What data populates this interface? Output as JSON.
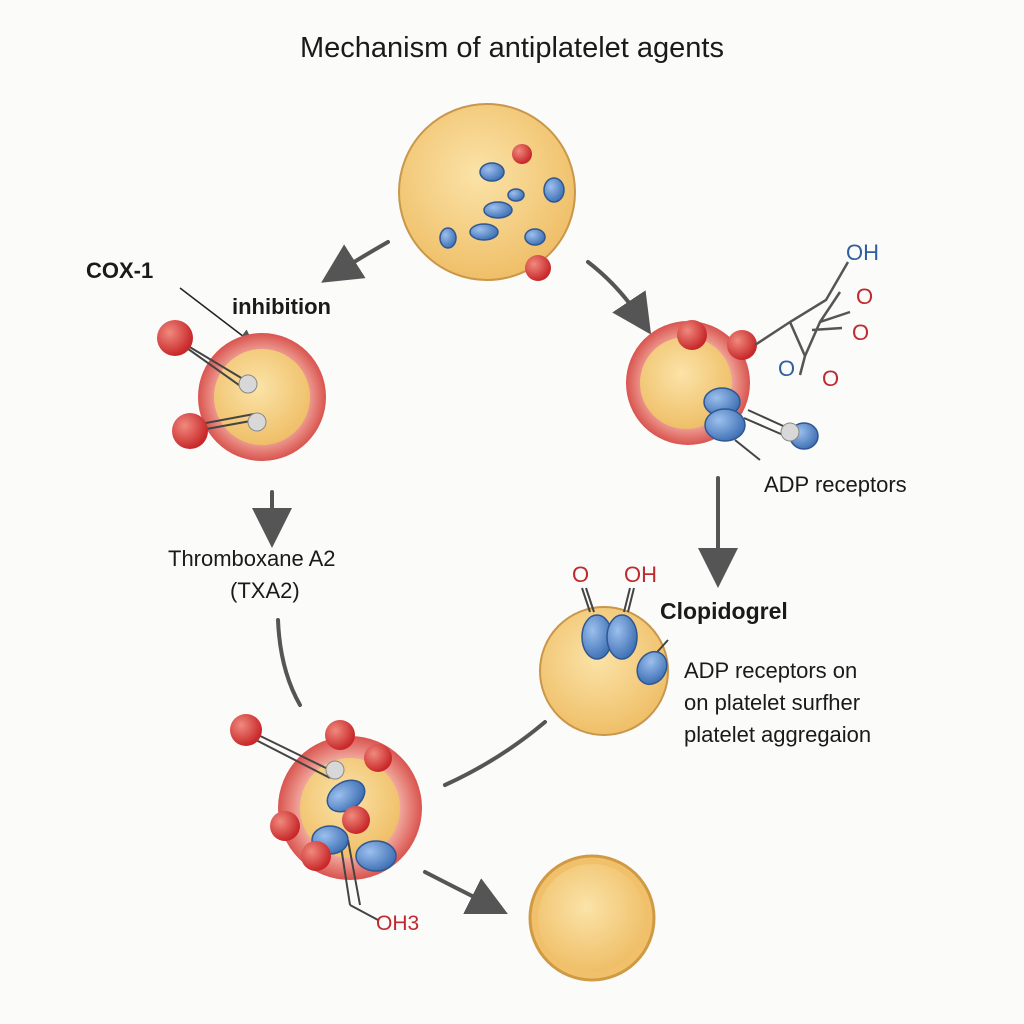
{
  "title": "Mechanism of antiplatelet agents",
  "labels": {
    "cox1": "COX-1",
    "inhibition": "inhibition",
    "txa2_line1": "Thromboxane A2",
    "txa2_line2": "(TXA2)",
    "adp_receptors": "ADP receptors",
    "clopidogrel": "Clopidogrel",
    "adp_desc_line1": "ADP receptors on",
    "adp_desc_line2": "on platelet surfher",
    "adp_desc_line3": "platelet aggregaion",
    "oh3": "OH3"
  },
  "chem": {
    "oh_top": "OH",
    "o1": "O",
    "o2": "O",
    "o3_blue": "O",
    "o4": "O",
    "clop_o": "O",
    "clop_oh": "OH"
  },
  "colors": {
    "platelet": "#f2c877",
    "ring": "#d9544f",
    "molecule_red": "#d63a36",
    "receptor_blue": "#5b8fce",
    "arrow": "#555555"
  }
}
